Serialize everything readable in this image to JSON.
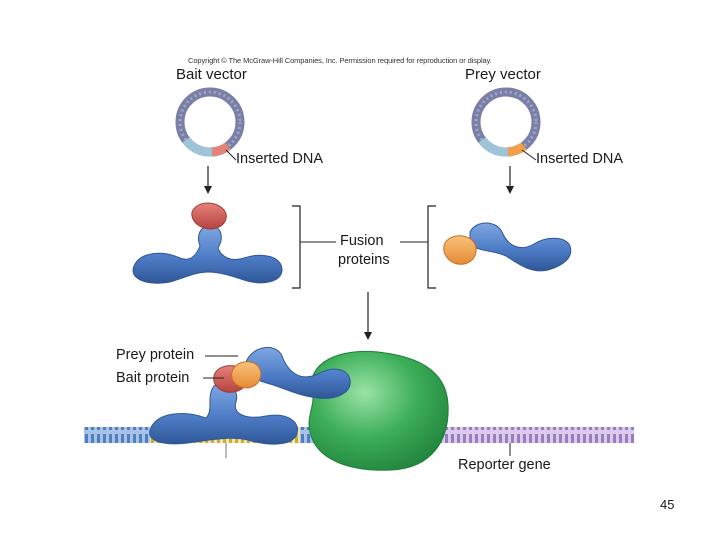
{
  "copyright": "Copyright © The McGraw-Hill Companies, Inc. Permission required for reproduction or display.",
  "bait_vector": {
    "title": "Bait vector",
    "inserted_label": "Inserted DNA"
  },
  "prey_vector": {
    "title": "Prey vector",
    "inserted_label": "Inserted DNA"
  },
  "fusion_label": {
    "line1": "Fusion",
    "line2": "proteins"
  },
  "complex": {
    "prey_label": "Prey protein",
    "bait_label": "Bait protein"
  },
  "reporter_label": "Reporter gene",
  "page_number": "45",
  "colors": {
    "plasmid_ring": "#7a7fa6",
    "plasmid_light": "#9fc3d8",
    "insert": "#e2847a",
    "bait_domain": "#c9534f",
    "prey_domain": "#f0a04b",
    "protein_blue": "#4d7cc6",
    "protein_blue_dark": "#2f5797",
    "activator_green": "#3cae58",
    "dna_blue": "#5b8cc8",
    "dna_yellow": "#e4cc62",
    "dna_purple": "#b99ad4"
  }
}
